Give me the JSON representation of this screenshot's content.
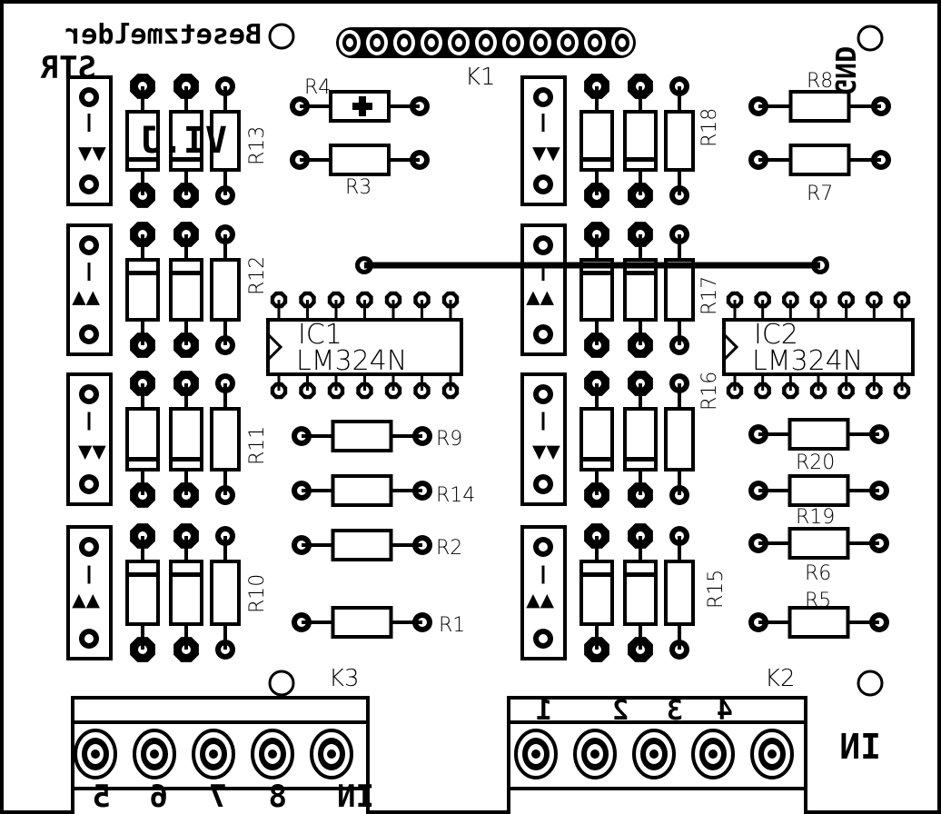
{
  "board": {
    "title": "Besetzmelder",
    "subtitle": "STR",
    "mark_text": "VI.J",
    "gnd_text": "GND",
    "colors": {
      "ink": "#000000",
      "background": "#ffffff"
    }
  },
  "connectors": {
    "k1": {
      "label": "K1",
      "pins": 11
    },
    "k2": {
      "label": "K2",
      "pin_labels": [
        "1",
        "2",
        "3",
        "4"
      ],
      "side_label": "IN"
    },
    "k3": {
      "label": "K3",
      "pin_labels": [
        "5",
        "6",
        "7",
        "8",
        "IN"
      ]
    }
  },
  "ics": [
    {
      "name": "IC1",
      "part": "LM324N"
    },
    {
      "name": "IC2",
      "part": "LM324N"
    }
  ],
  "resistors": {
    "vertical_left": [
      "R13",
      "R12",
      "R11",
      "R10"
    ],
    "vertical_right": [
      "R18",
      "R17",
      "R16",
      "R15"
    ],
    "top_left": [
      "R4",
      "R3"
    ],
    "top_right": [
      "R8",
      "R7"
    ],
    "mid_left": [
      "R9",
      "R14",
      "R2",
      "R1"
    ],
    "mid_right": [
      "R20",
      "R19",
      "R6",
      "R5"
    ]
  }
}
